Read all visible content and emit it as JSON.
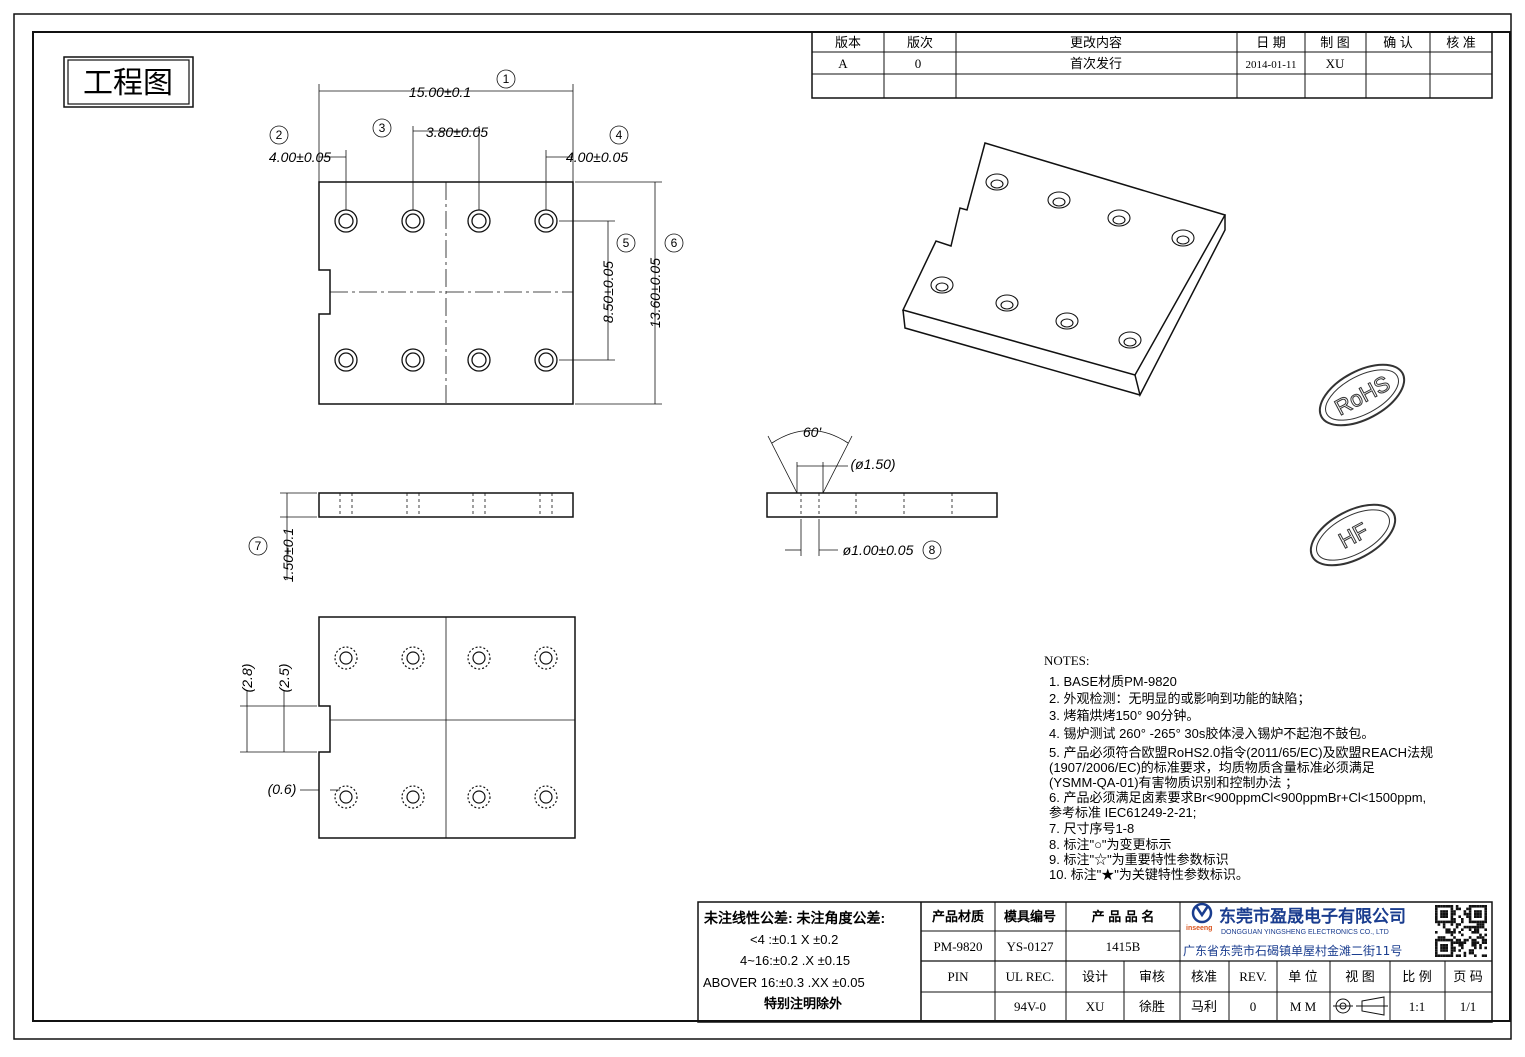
{
  "sheet_title": "工程图",
  "revision_table": {
    "headers": [
      "版本",
      "版次",
      "更改内容",
      "日 期",
      "制 图",
      "确 认",
      "核 准"
    ],
    "row": [
      "A",
      "0",
      "首次发行",
      "2014-01-11",
      "XU",
      "",
      ""
    ]
  },
  "dimensions": {
    "d1": "15.00±0.1",
    "d2": "4.00±0.05",
    "d3": "3.80±0.05",
    "d4": "4.00±0.05",
    "d5": "8.50±0.05",
    "d6": "13.60±0.05",
    "d7": "1.50±0.1",
    "d8": "ø1.00±0.05",
    "angle": "60'",
    "hole_dia": "(ø1.50)",
    "slot_a": "(2.8)",
    "slot_b": "(2.5)",
    "slot_c": "(0.6)"
  },
  "balloons": [
    "1",
    "2",
    "3",
    "4",
    "5",
    "6",
    "7",
    "8"
  ],
  "marks": {
    "rohs": "RoHS",
    "hf": "HF"
  },
  "notes": {
    "heading": "NOTES:",
    "items": [
      "1.  BASE材质PM-9820",
      "2.  外观检测：无明显的或影响到功能的缺陷；",
      "3.  烤箱烘烤150° 90分钟。",
      "4.  锡炉测试 260° -265° 30s胶体浸入锡炉不起泡不鼓包。",
      "5.  产品必须符合欧盟RoHS2.0指令(2011/65/EC)及欧盟REACH法规",
      "     (1907/2006/EC)的标准要求，均质物质含量标准必须满足",
      "     (YSMM-QA-01)有害物质识别和控制办法 ；",
      "6.  产品必须满足卤素要求Br<900ppmCl<900ppmBr+Cl<1500ppm,",
      "     参考标准 IEC61249-2-21;",
      "7.  尺寸序号1-8",
      "8.  标注\"○\"为变更标示",
      "9.  标注\"☆\"为重要特性参数标识",
      "10. 标注\"★\"为关键特性参数标识。"
    ]
  },
  "tolerance": {
    "title": "未注线性公差:  未注角度公差:",
    "lines": [
      "<4 :±0.1  X ±0.2",
      "4~16:±0.2 .X ±0.15",
      "ABOVER 16:±0.3 .XX ±0.05",
      "特别注明除外"
    ]
  },
  "title_block": {
    "h_material": "产品材质",
    "h_mold": "模具编号",
    "h_name": "产 品 品 名",
    "material": "PM-9820",
    "mold": "YS-0127",
    "name": "1415B",
    "company_cn": "东莞市盈晟电子有限公司",
    "company_en": "DONGGUAN YINGSHENG ELECTRONICS CO., LTD",
    "logo_text": "inseeng",
    "address": "广东省东莞市石碣镇单屋村金滩二街11号",
    "pin": "PIN",
    "ul_rec": "UL REC.",
    "design": "设计",
    "review": "审核",
    "approve": "核准",
    "rev": "REV.",
    "unit": "单 位",
    "view": "视 图",
    "scale": "比 例",
    "page": "页 码",
    "ul_value": "94V-0",
    "designer": "XU",
    "reviewer": "徐胜",
    "approver": "马利",
    "rev_value": "0",
    "unit_value": "M M",
    "scale_value": "1:1",
    "page_value": "1/1"
  }
}
